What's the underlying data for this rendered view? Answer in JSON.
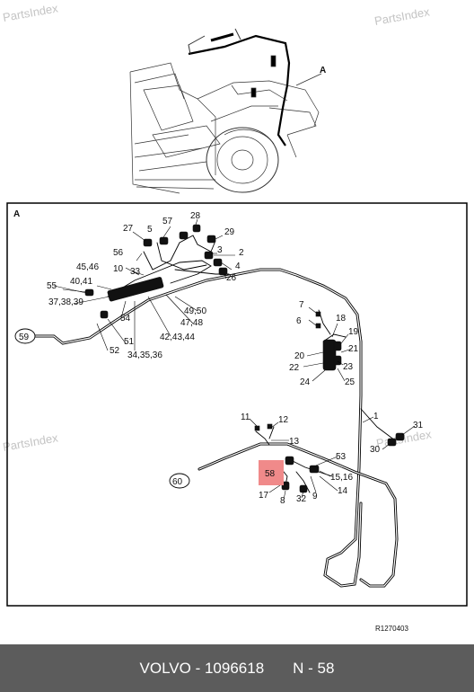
{
  "watermark": "PartsIndex",
  "overview": {
    "callout": "A"
  },
  "detail": {
    "frame_label": "A",
    "drawing_number": "R1270403",
    "highlighted_callout": "58",
    "callouts": {
      "c1": "1",
      "c2": "2",
      "c3": "3",
      "c4": "4",
      "c5": "5",
      "c6": "6",
      "c7": "7",
      "c8": "8",
      "c9": "9",
      "c10": "10",
      "c11": "11",
      "c12": "12",
      "c13": "13",
      "c14": "14",
      "c15_16": "15,16",
      "c17": "17",
      "c18": "18",
      "c19": "19",
      "c20": "20",
      "c21": "21",
      "c22": "22",
      "c23": "23",
      "c24": "24",
      "c25": "25",
      "c26": "26",
      "c27": "27",
      "c28": "28",
      "c29": "29",
      "c30": "30",
      "c31": "31",
      "c32": "32",
      "c33": "33",
      "c34_35_36": "34,35,36",
      "c37_38_39": "37,38,39",
      "c40_41": "40,41",
      "c42_43_44": "42,43,44",
      "c45_46": "45,46",
      "c47_48": "47,48",
      "c49_50": "49,50",
      "c51": "51",
      "c52": "52",
      "c53": "53",
      "c54": "54",
      "c55": "55",
      "c56": "56",
      "c57": "57",
      "c59": "59",
      "c60": "60"
    }
  },
  "footer": {
    "brand": "VOLVO - 1096618",
    "position": "N - 58"
  },
  "colors": {
    "highlight": "#f08a8a",
    "footer_bg": "#5c5c5c"
  }
}
